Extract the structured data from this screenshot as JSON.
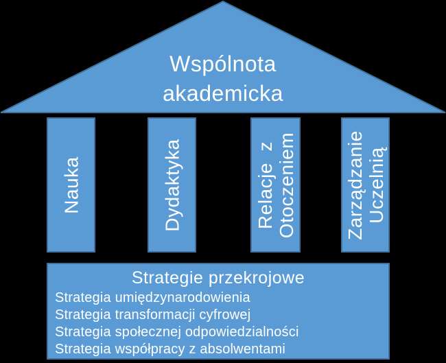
{
  "colors": {
    "background": "#000000",
    "shape_fill": "#5B9BD5",
    "shape_border": "#41719C",
    "text": "#FFFFFF"
  },
  "roof": {
    "label": "Wspólnota\nakademicka"
  },
  "pillars": [
    {
      "label": "Nauka"
    },
    {
      "label": "Dydaktyka"
    },
    {
      "label": "Relacje  z\nOtoczeniem"
    },
    {
      "label": "Zarządzanie\nUczelnią"
    }
  ],
  "base": {
    "title": "Strategie przekrojowe",
    "items": [
      "Strategia umiędzynarodowienia",
      "Strategia transformacji cyfrowej",
      "Strategia społecznej odpowiedzialności",
      "Strategia współpracy z absolwentami"
    ]
  }
}
